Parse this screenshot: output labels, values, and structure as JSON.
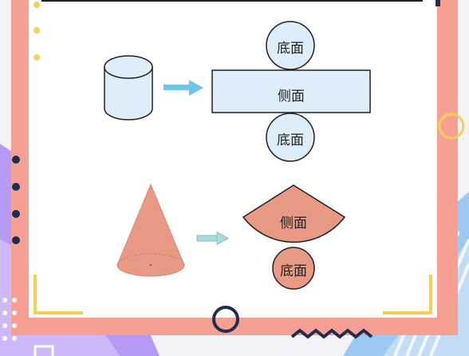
{
  "slide": {
    "colors": {
      "frame": "#f5a093",
      "panel": "#ffffff",
      "accent_yellow": "#f6cf55",
      "accent_purple": "#b79af5",
      "accent_navy": "#1f2d4f",
      "cylinder_fill": "#ddeefa",
      "cone_fill": "#e89a85",
      "arrow_blue": "#6ec6e6",
      "arrow_teal": "#a9dcd9"
    },
    "cylinder_net": {
      "top_base_label": "底面",
      "lateral_label": "侧面",
      "bottom_base_label": "底面"
    },
    "cone_net": {
      "lateral_label": "侧面",
      "base_label": "底面"
    },
    "icons": [
      "cylinder-icon",
      "cone-icon",
      "right-arrow-icon",
      "zigzag-icon",
      "ring-icon"
    ]
  }
}
